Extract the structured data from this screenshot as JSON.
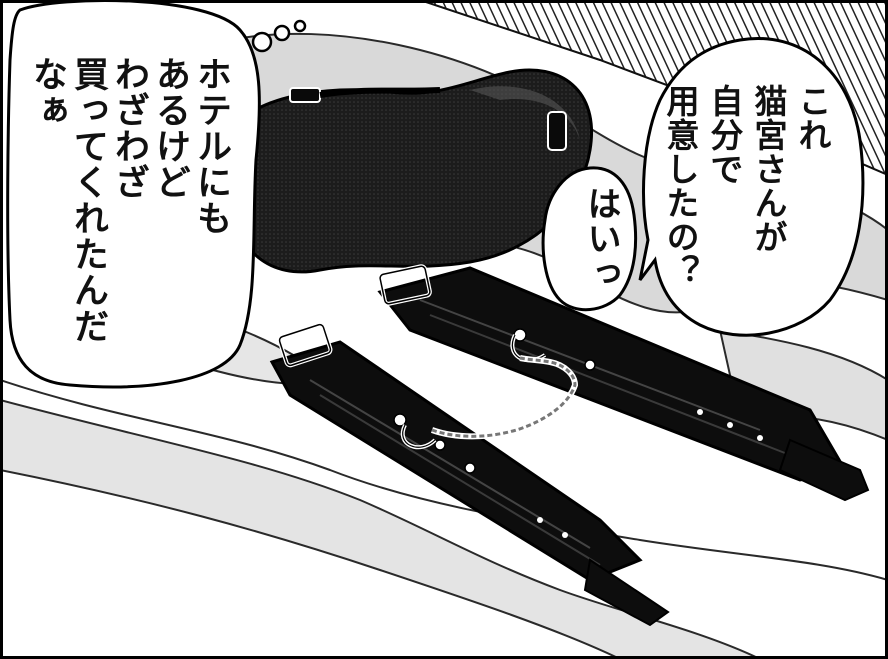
{
  "bubbles": {
    "thought": {
      "lines": [
        "ホテルにも",
        "あるけど",
        "わざわざ",
        "買ってくれたんだ",
        "なぁ"
      ]
    },
    "speech": {
      "lines": [
        "これ",
        "猫宮さんが",
        "自分で",
        "用意したの？"
      ]
    },
    "reply": {
      "lines": [
        "はいっ"
      ]
    }
  },
  "colors": {
    "ink": "#111111",
    "paper": "#ffffff",
    "sheet_shadow": "#d8d8d8",
    "mask": "#1e1e1e",
    "strap": "#0d0d0d"
  }
}
